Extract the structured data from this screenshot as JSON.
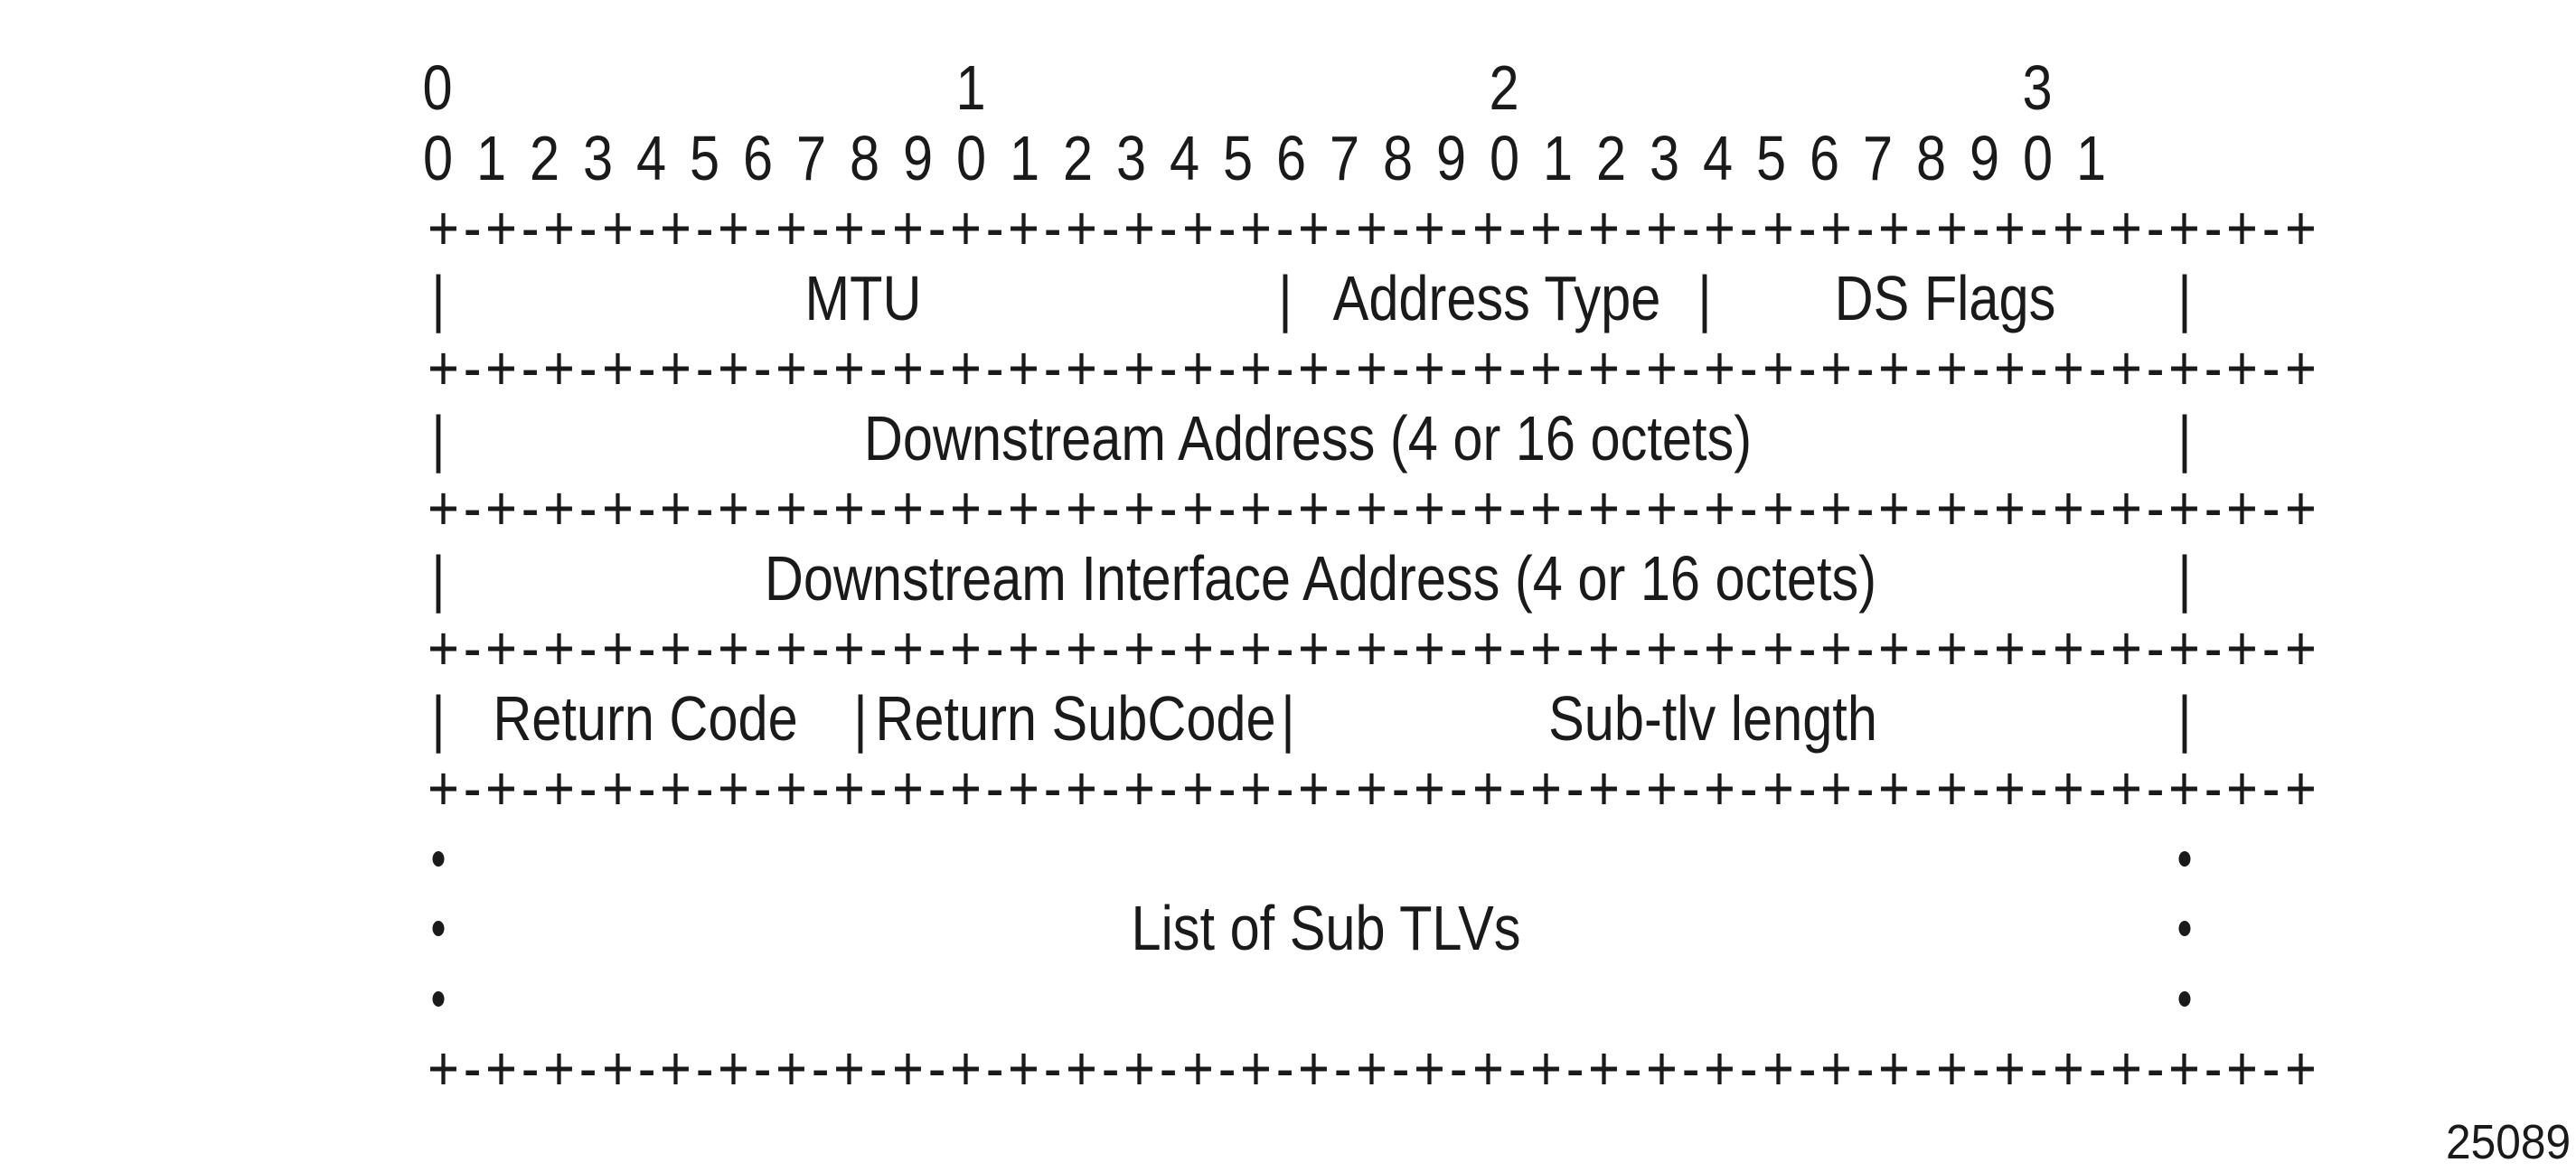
{
  "diagram": {
    "type": "bit-field-packet-format",
    "bit_ruler": {
      "tens_labels": [
        "0",
        "1",
        "2",
        "3"
      ],
      "bit_digits": "01234567890123456789012345678901"
    },
    "separator_line": "+-+-+-+-+-+-+-+-+-+-+-+-+-+-+-+-+-+-+-+-+-+-+-+-+-+-+-+-+-+-+-+-+",
    "pipe": "|",
    "continuation_dot": ".",
    "rows": [
      {
        "fields": [
          "MTU",
          "Address Type",
          "DS Flags"
        ]
      },
      {
        "fields": [
          "Downstream Address (4 or 16 octets)"
        ]
      },
      {
        "fields": [
          "Downstream Interface Address (4 or 16 octets)"
        ]
      },
      {
        "fields": [
          "Return Code",
          "Return SubCode",
          "Sub-tlv length"
        ]
      },
      {
        "fields": [
          "List of Sub TLVs"
        ]
      }
    ],
    "figure_number": "25089"
  }
}
